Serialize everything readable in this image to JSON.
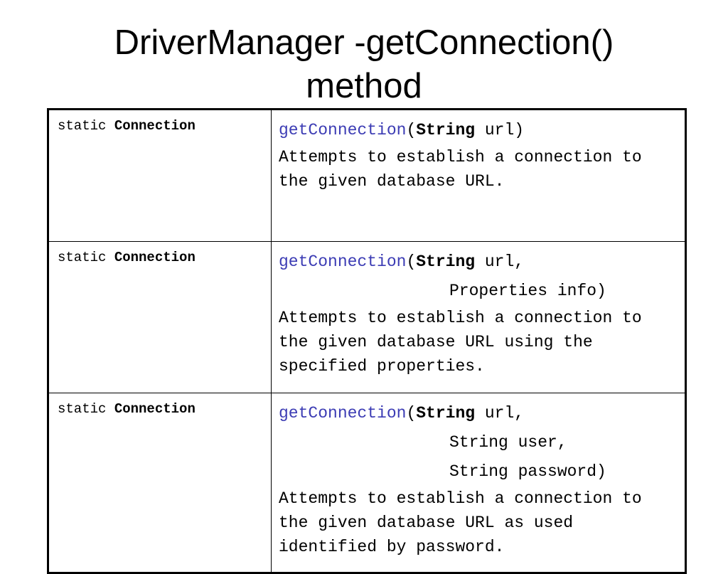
{
  "slide": {
    "title_line1": "DriverManager -getConnection()",
    "title_line2": "method"
  },
  "methods": [
    {
      "modifier": "static ",
      "return_type": "Connection",
      "name": "getConnection",
      "open_paren": "(",
      "first_param_type": "String",
      "first_param_rest": " url)",
      "extra_params": [],
      "description": "Attempts to establish a connection to the given database URL."
    },
    {
      "modifier": "static ",
      "return_type": "Connection",
      "name": "getConnection",
      "open_paren": "(",
      "first_param_type": "String",
      "first_param_rest": " url,",
      "extra_params": [
        "Properties info)"
      ],
      "description": "Attempts to establish a connection to the given database URL using the specified properties."
    },
    {
      "modifier": "static ",
      "return_type": "Connection",
      "name": "getConnection",
      "open_paren": "(",
      "first_param_type": "String",
      "first_param_rest": " url,",
      "extra_params": [
        "String user,",
        "String password)"
      ],
      "description": "Attempts to establish a connection to the given database URL as used identified by password."
    }
  ],
  "colors": {
    "method_link": "#3c3cb4",
    "text": "#000000",
    "background": "#ffffff"
  }
}
